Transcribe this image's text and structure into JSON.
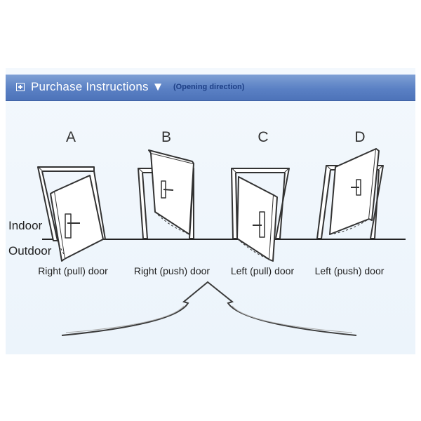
{
  "header": {
    "title": "Purchase Instructions ▼",
    "subtitle": "(Opening direction)",
    "icon": "plus-square-icon",
    "bar_color": "#5a80c4",
    "subtitle_color": "#1d3f86"
  },
  "labels": {
    "indoor": "Indoor",
    "outdoor": "Outdoor"
  },
  "doors": [
    {
      "letter": "A",
      "caption": "Right (pull) door"
    },
    {
      "letter": "B",
      "caption": "Right (push) door"
    },
    {
      "letter": "C",
      "caption": "Left (pull) door"
    },
    {
      "letter": "D",
      "caption": "Left (push) door"
    }
  ],
  "colors": {
    "background": "#ecf4fb",
    "line": "#222222"
  }
}
